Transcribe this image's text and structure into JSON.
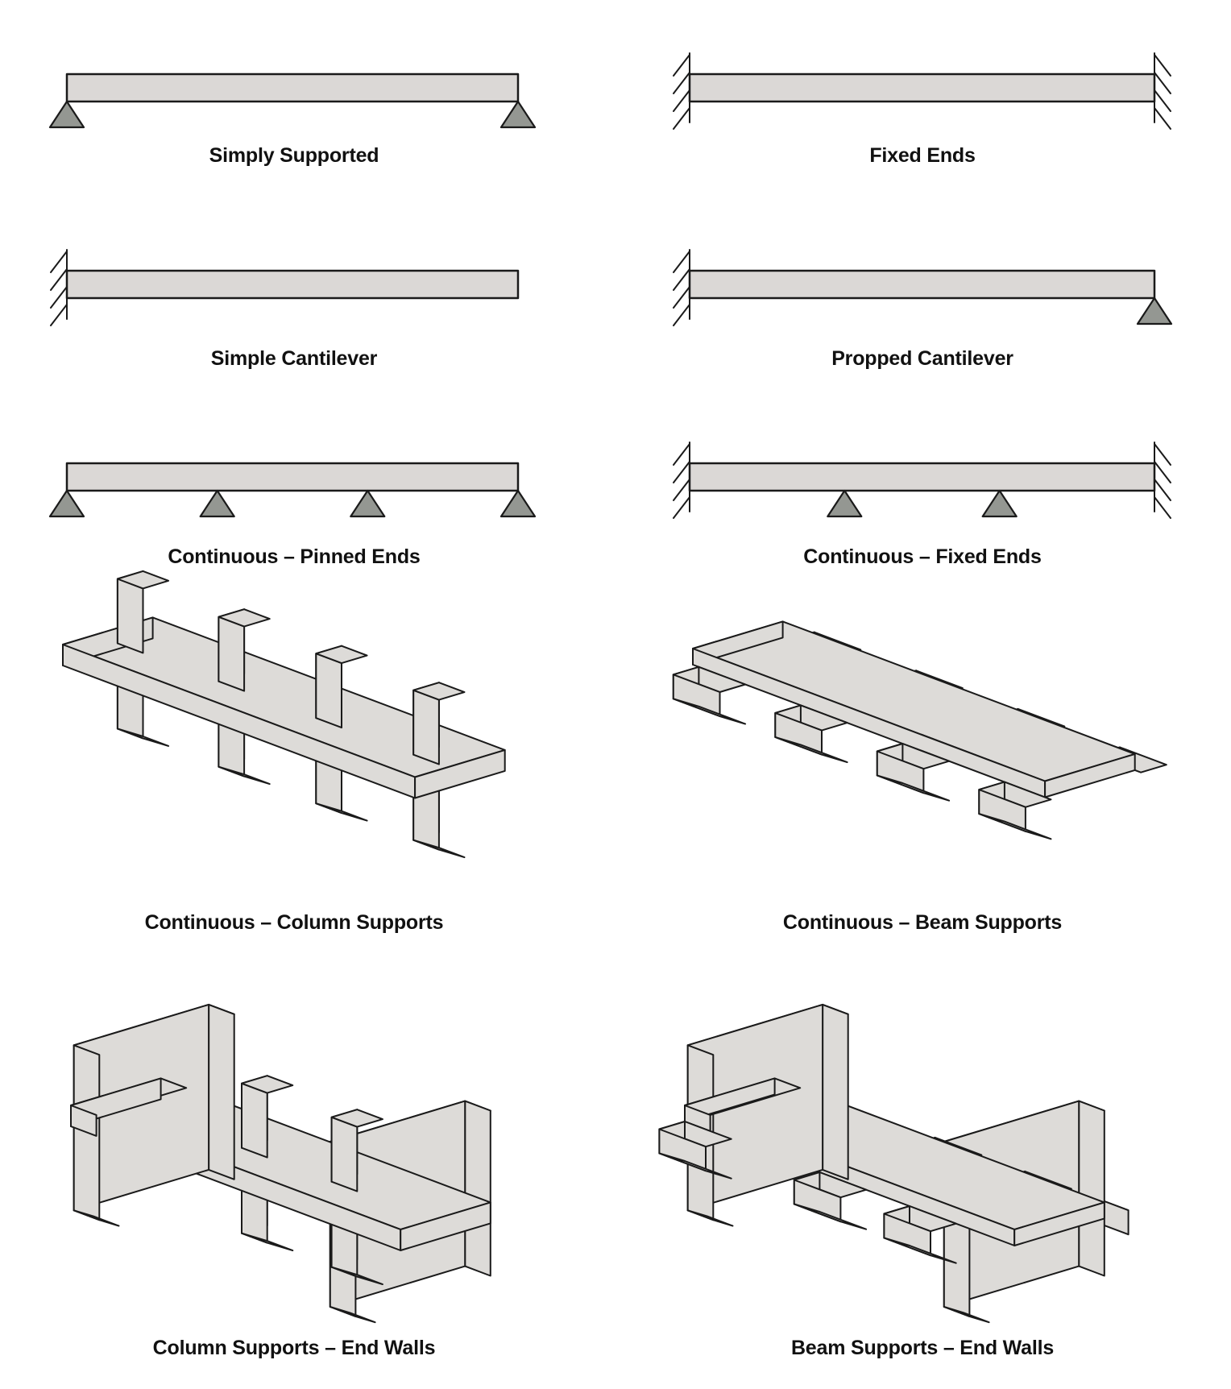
{
  "page": {
    "background": "#ffffff",
    "description": "Beam support condition diagrams"
  },
  "colors": {
    "outline": "#1a1a1a",
    "beam_fill": "#dbd8d6",
    "support_fill": "#949792",
    "iso_fill": "#dddbd8",
    "label_color": "#111111"
  },
  "diagrams": [
    {
      "id": "simply-supported",
      "label": "Simply Supported",
      "view": "elevation",
      "supports": [
        "pin",
        "pin"
      ]
    },
    {
      "id": "fixed-ends",
      "label": "Fixed Ends",
      "view": "elevation",
      "supports": [
        "fixed",
        "fixed"
      ]
    },
    {
      "id": "simple-cantilever",
      "label": "Simple Cantilever",
      "view": "elevation",
      "supports": [
        "fixed",
        "free"
      ]
    },
    {
      "id": "propped-cantilever",
      "label": "Propped Cantilever",
      "view": "elevation",
      "supports": [
        "fixed",
        "pin"
      ]
    },
    {
      "id": "continuous-pinned-ends",
      "label": "Continuous – Pinned Ends",
      "view": "elevation",
      "supports": [
        "pin",
        "pin",
        "pin",
        "pin"
      ]
    },
    {
      "id": "continuous-fixed-ends",
      "label": "Continuous – Fixed Ends",
      "view": "elevation",
      "supports": [
        "fixed",
        "pin",
        "pin",
        "fixed"
      ]
    },
    {
      "id": "continuous-column-supports",
      "label": "Continuous – Column Supports",
      "view": "isometric",
      "supports": [
        "column",
        "column",
        "column",
        "column"
      ]
    },
    {
      "id": "continuous-beam-supports",
      "label": "Continuous – Beam Supports",
      "view": "isometric",
      "supports": [
        "beam",
        "beam",
        "beam",
        "beam"
      ]
    },
    {
      "id": "column-supports-end-walls",
      "label": "Column Supports – End Walls",
      "view": "isometric",
      "supports": [
        "wall",
        "column",
        "column",
        "wall"
      ]
    },
    {
      "id": "beam-supports-end-walls",
      "label": "Beam Supports – End Walls",
      "view": "isometric",
      "supports": [
        "wall",
        "beam",
        "beam",
        "wall"
      ]
    }
  ]
}
